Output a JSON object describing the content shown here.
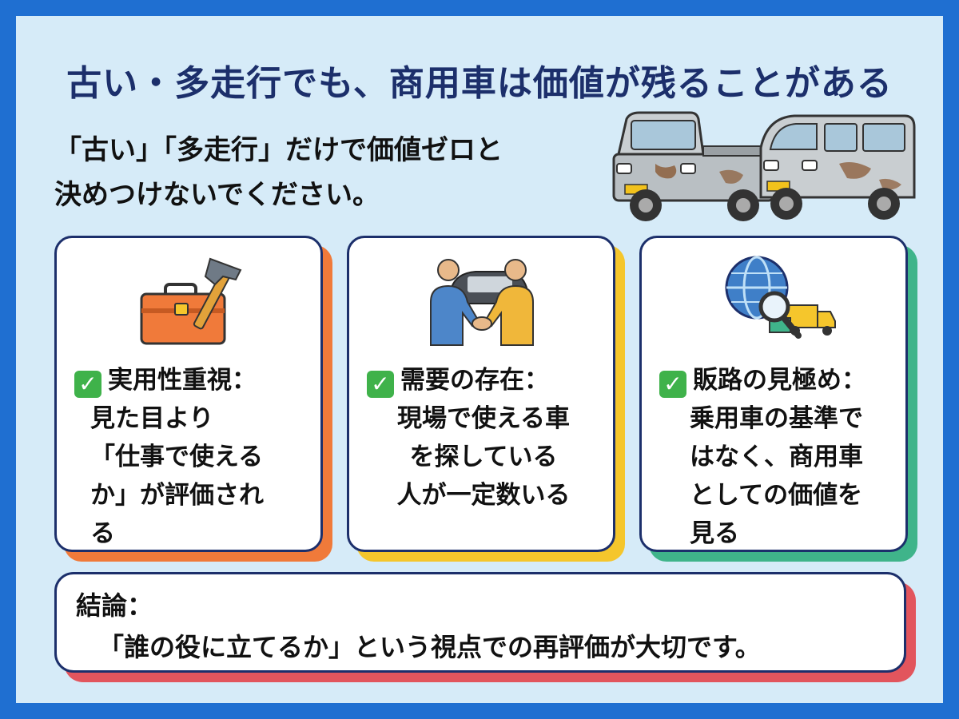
{
  "title": "古い・多走行でも、商用車は価値が残ることがある",
  "intro": {
    "line1": "「古い」「多走行」だけで価値ゼロと",
    "line2": "決めつけないでください。"
  },
  "illustration": {
    "name": "old-kei-truck-and-van"
  },
  "cards": [
    {
      "icon": "toolbox-hammer-icon",
      "check": "✓",
      "heading": "実用性重視：",
      "body": "見た目より\n「仕事で使える\nか」が評価され\nる",
      "accent": "#f07a3a"
    },
    {
      "icon": "handshake-car-icon",
      "check": "✓",
      "heading": "需要の存在：",
      "body": "現場で使える車\nを探している\n人が一定数いる",
      "accent": "#f5c62c"
    },
    {
      "icon": "globe-magnifier-truck-icon",
      "check": "✓",
      "heading": "販路の見極め：",
      "body": "乗用車の基準で\nはなく、商用車\nとしての価値を\n見る",
      "accent": "#3fb48a"
    }
  ],
  "conclusion": {
    "label": "結論：",
    "text": "「誰の役に立てるか」という視点での再評価が大切です。",
    "accent": "#e2555d"
  },
  "colors": {
    "frame": "#1f6fd1",
    "background": "#d6ebf8",
    "title": "#1c2f6b",
    "check": "#3fb24a"
  }
}
